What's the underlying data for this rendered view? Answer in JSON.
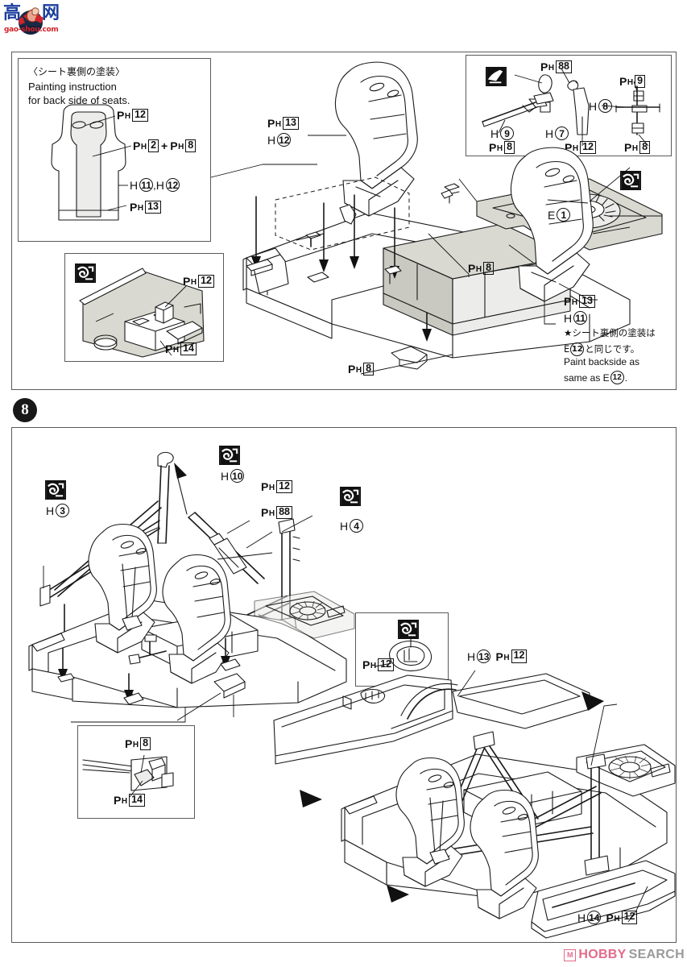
{
  "sheet": {
    "watermark_site": "gao-shou.com",
    "logo_chars": [
      "高",
      "网"
    ],
    "footer_watermark": {
      "mark": "M",
      "part1": "HOBBY",
      "part2": "SEARCH"
    },
    "step_number": "8"
  },
  "top_section": {
    "seat_paint_panel": {
      "title_jp": "〈シート裏側の塗装〉",
      "title_en_line1": "Painting instruction",
      "title_en_line2": "for back side of seats.",
      "labels": [
        {
          "id": "ph12",
          "type": "paint",
          "p": "P",
          "h": "H",
          "num": "12"
        },
        {
          "id": "ph2",
          "type": "paint",
          "p": "P",
          "h": "H",
          "num": "2"
        },
        {
          "id": "plus",
          "type": "plus",
          "text": "+"
        },
        {
          "id": "ph8",
          "type": "paint",
          "p": "P",
          "h": "H",
          "num": "8"
        },
        {
          "id": "h11",
          "type": "part",
          "letter": "H",
          "num": "11"
        },
        {
          "id": "comma",
          "type": "text",
          "text": ","
        },
        {
          "id": "h12",
          "type": "part",
          "letter": "H",
          "num": "12"
        },
        {
          "id": "ph13",
          "type": "paint",
          "p": "P",
          "h": "H",
          "num": "13"
        }
      ]
    },
    "battery_panel": {
      "labels": [
        {
          "id": "ph12",
          "type": "paint",
          "p": "P",
          "h": "H",
          "num": "12"
        },
        {
          "id": "ph14",
          "type": "paint",
          "p": "P",
          "h": "H",
          "num": "14"
        }
      ]
    },
    "shifter_panel": {
      "labels": [
        {
          "id": "ph88",
          "type": "paint",
          "p": "P",
          "h": "H",
          "num": "88"
        },
        {
          "id": "ph9",
          "type": "paint",
          "p": "P",
          "h": "H",
          "num": "9"
        },
        {
          "id": "h9",
          "type": "part",
          "letter": "H",
          "num": "9"
        },
        {
          "id": "h7",
          "type": "part",
          "letter": "H",
          "num": "7"
        },
        {
          "id": "h8",
          "type": "part",
          "letter": "H",
          "num": "8"
        },
        {
          "id": "ph8a",
          "type": "paint",
          "p": "P",
          "h": "H",
          "num": "8"
        },
        {
          "id": "ph12b",
          "type": "paint",
          "p": "P",
          "h": "H",
          "num": "12"
        },
        {
          "id": "ph8b",
          "type": "paint",
          "p": "P",
          "h": "H",
          "num": "8"
        }
      ]
    },
    "main_labels": {
      "left_seat_ph13": {
        "p": "P",
        "h": "H",
        "num": "13"
      },
      "left_seat_h12": {
        "letter": "H",
        "num": "12"
      },
      "tunnel_ph8": {
        "p": "P",
        "h": "H",
        "num": "8"
      },
      "floor_ph8": {
        "p": "P",
        "h": "H",
        "num": "8"
      },
      "dash_e1": {
        "letter": "E",
        "num": "1"
      },
      "right_seat_ph13": {
        "p": "P",
        "h": "H",
        "num": "13"
      },
      "right_seat_h11": {
        "letter": "H",
        "num": "11"
      }
    },
    "note": {
      "star": "★",
      "jp_line1": "シート裏側の塗装は",
      "jp_line2_pre": "E",
      "jp_line2_num": "12",
      "jp_line2_post": "と同じです。",
      "en_line1": "Paint backside as",
      "en_line2_pre": "same as E",
      "en_line2_num": "12",
      "en_line2_post": "."
    }
  },
  "bottom_section": {
    "labels": {
      "h3": {
        "letter": "H",
        "num": "3"
      },
      "h10": {
        "letter": "H",
        "num": "10"
      },
      "h4": {
        "letter": "H",
        "num": "4"
      },
      "ph12_top": {
        "p": "P",
        "h": "H",
        "num": "12"
      },
      "ph88": {
        "p": "P",
        "h": "H",
        "num": "88"
      },
      "h13": {
        "letter": "H",
        "num": "13"
      },
      "ph12_h13": {
        "p": "P",
        "h": "H",
        "num": "12"
      },
      "h14": {
        "letter": "H",
        "num": "14"
      },
      "ph12_h14": {
        "p": "P",
        "h": "H",
        "num": "12"
      }
    },
    "mirror_panel": {
      "ph12": {
        "p": "P",
        "h": "H",
        "num": "12"
      }
    },
    "pedal_panel": {
      "ph8": {
        "p": "P",
        "h": "H",
        "num": "8"
      },
      "ph14": {
        "p": "P",
        "h": "H",
        "num": "14"
      }
    }
  },
  "colors": {
    "ink": "#1a1a1a",
    "panel_border": "#5a5a5a",
    "shade_gray": "#d9d9d2",
    "logo_blue": "#1b3f9c",
    "logo_red": "#d2232a",
    "watermark_pink": "#e36b8a",
    "watermark_gray": "#9a9a9a"
  }
}
